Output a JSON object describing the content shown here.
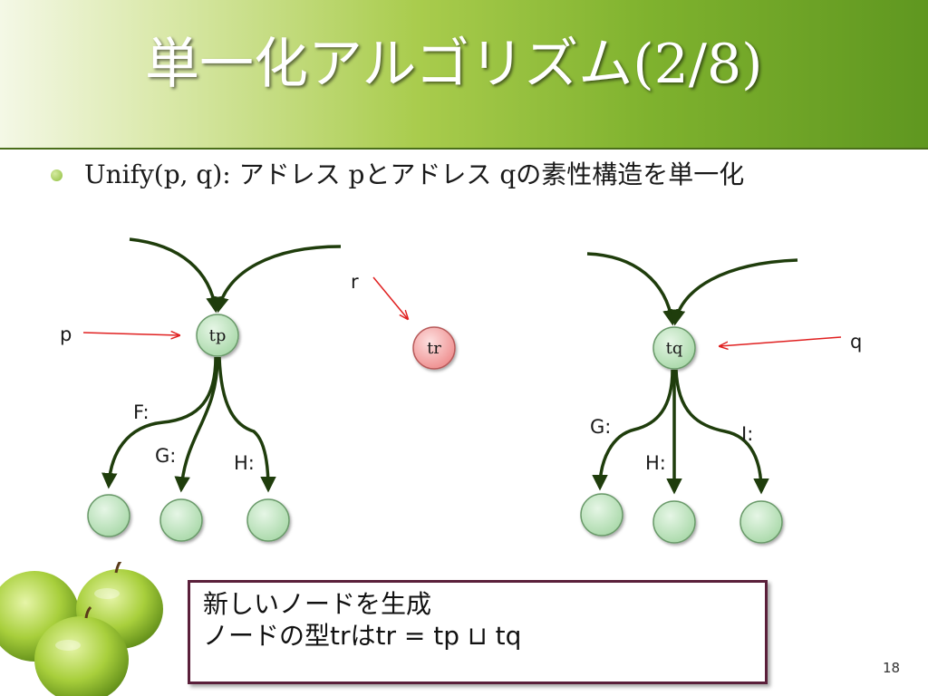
{
  "slide": {
    "title": "単一化アルゴリズム(2/8)",
    "bullet": "Unify(p, q): アドレス pとアドレス qの素性構造を単一化",
    "page_number": "18"
  },
  "diagram": {
    "left": {
      "pointer": "p",
      "node": "tp",
      "edges": [
        "F:",
        "G:",
        "H:"
      ]
    },
    "middle": {
      "pointer": "r",
      "node": "tr"
    },
    "right": {
      "pointer": "q",
      "node": "tq",
      "edges": [
        "G:",
        "H:",
        "I:"
      ]
    }
  },
  "textbox": {
    "line1": "新しいノードを生成",
    "line2": "ノードの型trはtr = tp ⊔ tq"
  },
  "colors": {
    "node_green": "#b8e4b8",
    "node_red": "#f4a0a0",
    "edge": "#1f3d0c",
    "pointer_arrow": "#e02020"
  }
}
